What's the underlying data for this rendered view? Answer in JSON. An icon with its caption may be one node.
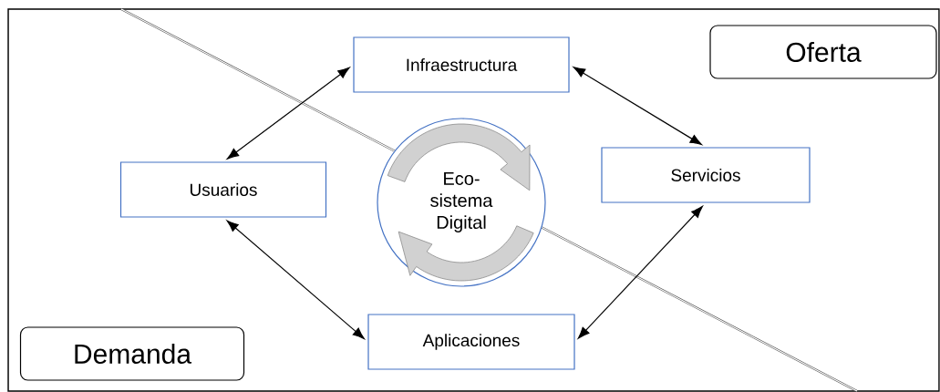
{
  "diagram": {
    "nodes": [
      {
        "text": [
          "Infraestructura"
        ]
      },
      {
        "text": [
          "Usuarios"
        ]
      },
      {
        "text": [
          "Servicios"
        ]
      },
      {
        "text": [
          "Aplicaciones"
        ]
      },
      {
        "text": [
          "Eco- sistema Digital"
        ]
      },
      {
        "text": [
          "Oferta"
        ]
      },
      {
        "text": [
          "Demanda"
        ]
      }
    ],
    "edges": [
      {
        "from": 1,
        "to": 0,
        "arrow": "both"
      },
      {
        "from": 0,
        "to": 2,
        "arrow": "both"
      },
      {
        "from": 1,
        "to": 3,
        "arrow": "both"
      },
      {
        "from": 2,
        "to": 3,
        "arrow": "both"
      }
    ]
  }
}
